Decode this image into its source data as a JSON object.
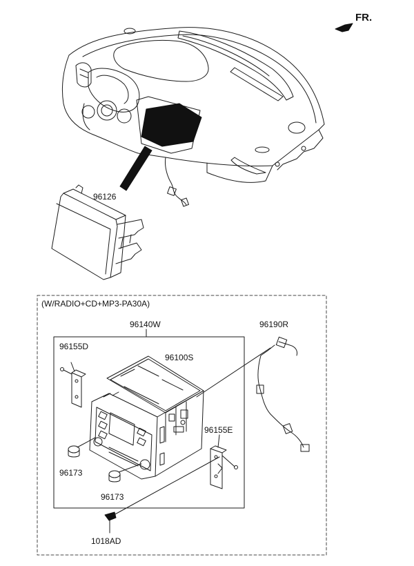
{
  "direction": {
    "label": "FR."
  },
  "parts": {
    "display_unit": "96126",
    "audio_assembly": "96140W",
    "head_unit": "96100S",
    "bracket_left": "96155D",
    "bracket_right": "96155E",
    "wire_harness": "96190R",
    "knob_upper": "96173",
    "knob_lower": "96173",
    "screw": "1018AD"
  },
  "option_box": {
    "title": "(W/RADIO+CD+MP3-PA30A)"
  },
  "colors": {
    "line": "#1a1a1a",
    "fill": "#ffffff",
    "dark": "#111111",
    "dash": "#444444"
  }
}
